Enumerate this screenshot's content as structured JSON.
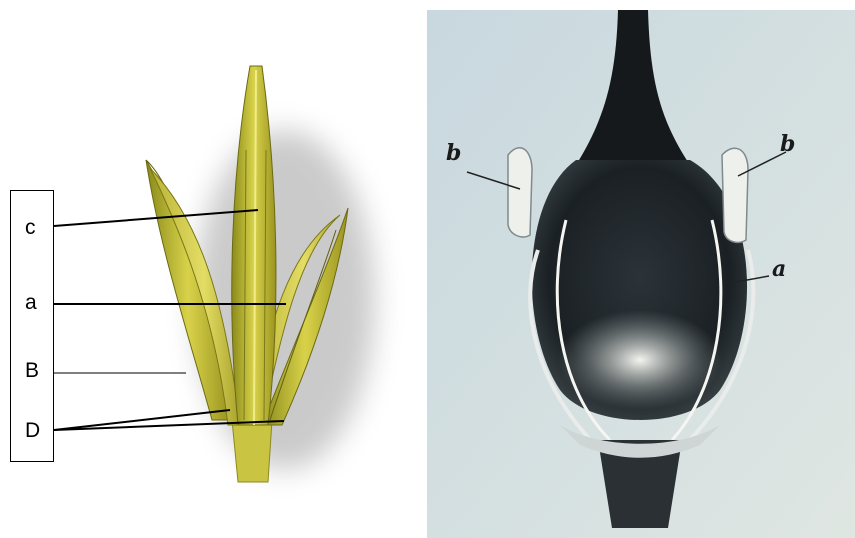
{
  "left_labels": [
    "c",
    "a",
    "B",
    "D"
  ],
  "right_labels": {
    "b_left": "b",
    "b_right": "b",
    "a": "a"
  }
}
